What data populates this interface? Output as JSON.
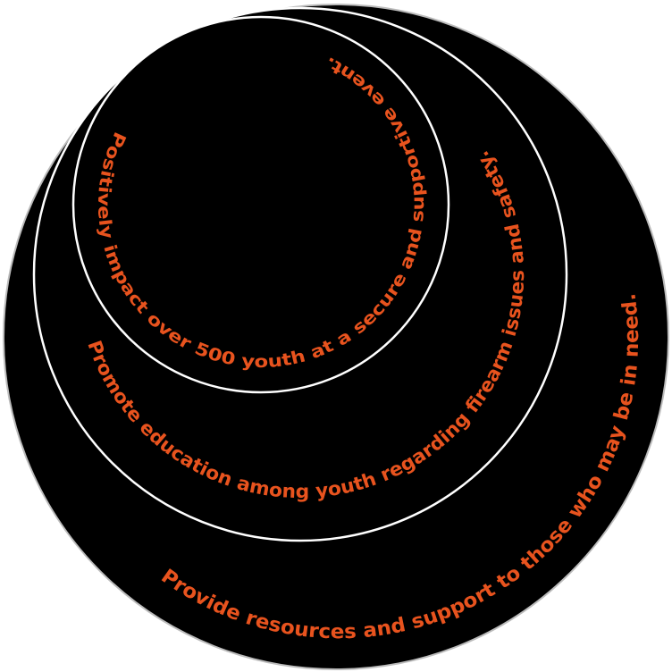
{
  "rings": [
    {
      "text": "Provide resources and support to those who may be in need."
    },
    {
      "text": "Promote education among youth regarding firearm issues and safety."
    },
    {
      "text": "Positively impact over 500 youth at a secure and supportive event."
    }
  ],
  "colors": {
    "background": "#000000",
    "text": "#e8531e",
    "stroke": "#ffffff"
  }
}
